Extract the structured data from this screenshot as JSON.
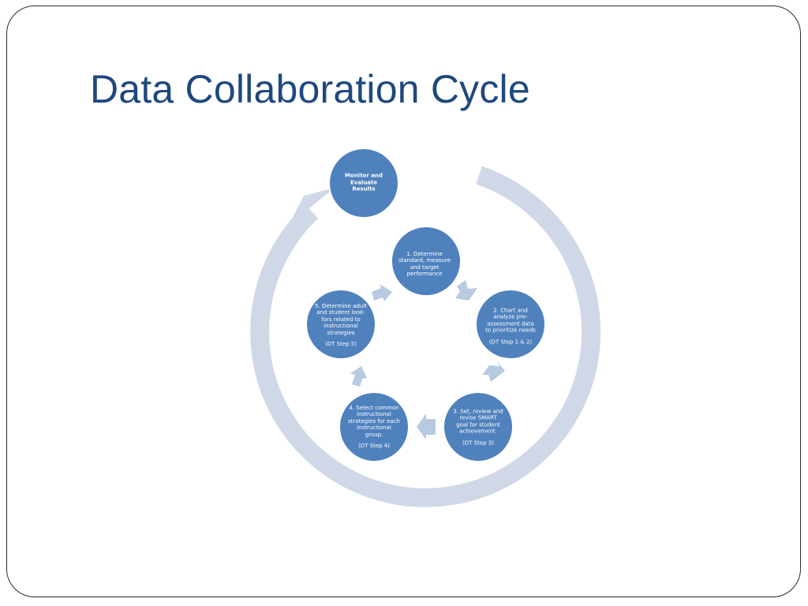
{
  "slide": {
    "title": "Data Collaboration Cycle"
  },
  "colors": {
    "node_fill": "#4f81bd",
    "node_stroke": "#ffffff",
    "outer_ring": "#d0d8e8",
    "inner_arrow": "#b8c9e1",
    "title": "#1f497d"
  },
  "diagram": {
    "center_node": {
      "label": "Monitor and\nEvaluate\nResults"
    },
    "steps": [
      {
        "label": "1. Determine\nstandard, measure\nand target\nperformance",
        "ref": ""
      },
      {
        "label": "2. Chart and\nanalyze pre-\nassessment data\nto prioritize needs",
        "ref": "(DT Step 1 & 2)"
      },
      {
        "label": "3. Set, review and\nrevise SMART\ngoal for student\nachievement.",
        "ref": "(DT Step 3)"
      },
      {
        "label": "4. Select common\ninstructional\nstrategies for each\ninstructional\ngroup.",
        "ref": "(DT Step 4)"
      },
      {
        "label": "5. Determine adult\nand student look-\nfors related to\ninstructional\nstrategies",
        "ref": "(DT Step 5)"
      }
    ]
  }
}
